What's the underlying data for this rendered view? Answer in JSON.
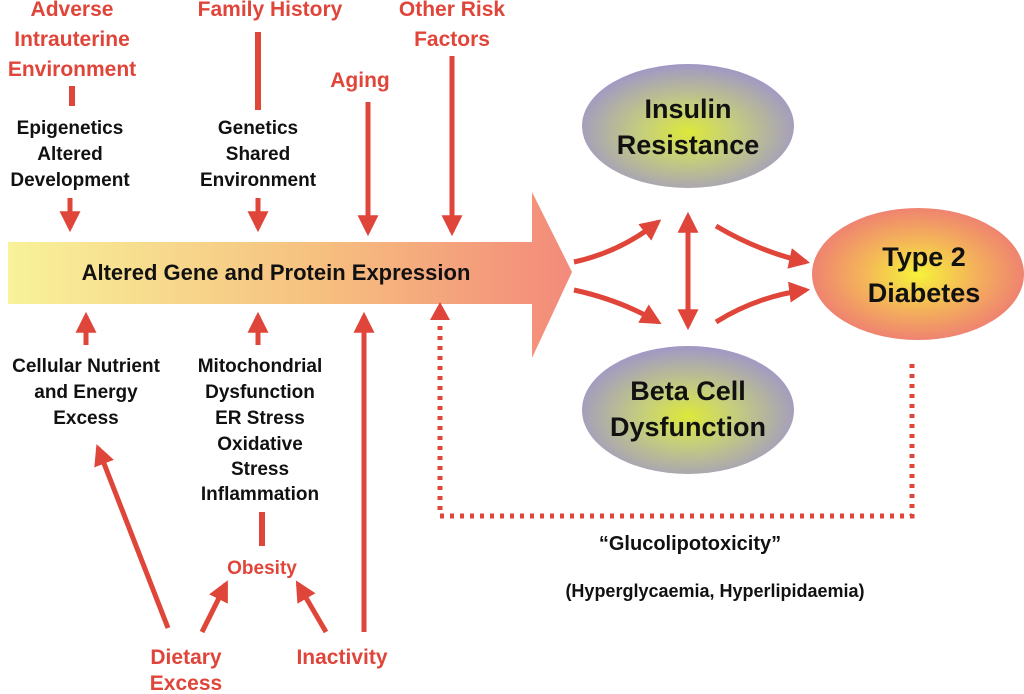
{
  "colors": {
    "accent_red": "#e0453a",
    "text_black": "#111111",
    "oval_outer": "#9b8fd1",
    "oval_inner": "#dde83a",
    "diabetes_outer": "#ec6f7a",
    "diabetes_inner": "#f6f23a",
    "band_left": "#f8f29a",
    "band_right": "#f38a7a"
  },
  "risk_factors": {
    "adverse_intrauterine": [
      "Adverse",
      "Intrauterine",
      "Environment"
    ],
    "family_history": "Family History",
    "other_risk": [
      "Other Risk",
      "Factors"
    ],
    "aging": "Aging"
  },
  "mechanisms_top": {
    "epigenetics": [
      "Epigenetics",
      "Altered",
      "Development"
    ],
    "genetics": [
      "Genetics",
      "Shared",
      "Environment"
    ]
  },
  "central_band": "Altered Gene and Protein Expression",
  "mechanisms_bottom": {
    "nutrient": [
      "Cellular Nutrient",
      "and Energy",
      "Excess"
    ],
    "mitochondrial": [
      "Mitochondrial",
      "Dysfunction",
      "ER Stress",
      "Oxidative",
      "Stress",
      "Inflammation"
    ]
  },
  "lifestyle": {
    "obesity": "Obesity",
    "dietary_excess": [
      "Dietary",
      "Excess"
    ],
    "inactivity": "Inactivity"
  },
  "outcomes": {
    "insulin_resistance": [
      "Insulin",
      "Resistance"
    ],
    "beta_cell": [
      "Beta Cell",
      "Dysfunction"
    ],
    "type2_diabetes": [
      "Type 2",
      "Diabetes"
    ]
  },
  "feedback": {
    "label": "“Glucolipotoxicity”",
    "sublabel": "(Hyperglycaemia, Hyperlipidaemia)"
  }
}
